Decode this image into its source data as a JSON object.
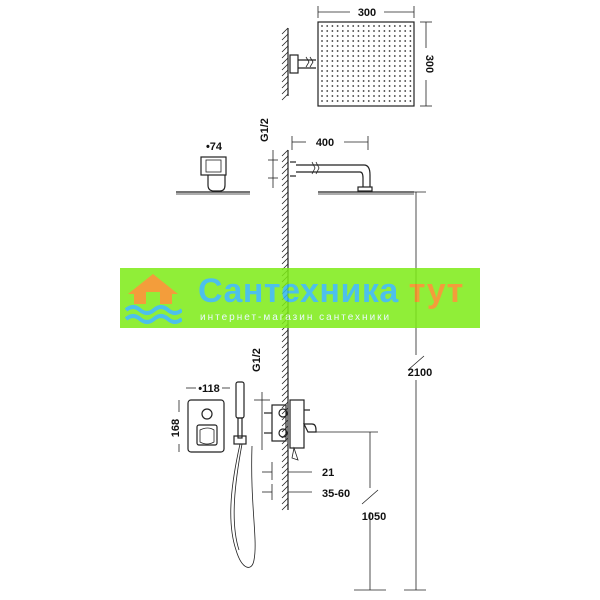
{
  "dimensions": {
    "head_width": "300",
    "head_height": "300",
    "arm_length": "400",
    "thread_top": "G1/2",
    "holder_width": "•74",
    "total_height": "2100",
    "thread_mixer": "G1/2",
    "plate_width": "•118",
    "plate_height": "168",
    "offset_21": "21",
    "depth_range": "35-60",
    "mixer_height": "1050"
  },
  "watermark": {
    "title_main": "Сантехника",
    "title_accent": "тут",
    "subtitle": "интернет-магазин сантехники"
  },
  "colors": {
    "watermark_bg": "#7dec16",
    "watermark_blue": "#2fb6e8",
    "watermark_orange": "#f28c1a"
  }
}
